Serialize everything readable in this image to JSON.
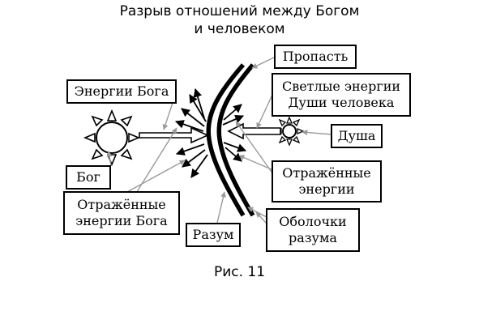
{
  "title": {
    "line1": "Разрыв отношений между Богом",
    "line2": "и человеком"
  },
  "labels": {
    "energies_of_god": "Энергии Бога",
    "god": "Бог",
    "reflected_energies_of_god": "Отражённые\nэнергии Бога",
    "mind": "Разум",
    "abyss": "Пропасть",
    "bright_energies": "Светлые энергии\nДуши человека",
    "soul": "Душа",
    "reflected_energies": "Отражённые\nэнергии",
    "mind_shells": "Оболочки\nразума"
  },
  "caption": "Рис. 11",
  "icons": {
    "god": "large-sun-icon",
    "soul": "small-sun-icon"
  },
  "colors": {
    "ink": "#000000",
    "pointer": "#9a9a9a"
  }
}
